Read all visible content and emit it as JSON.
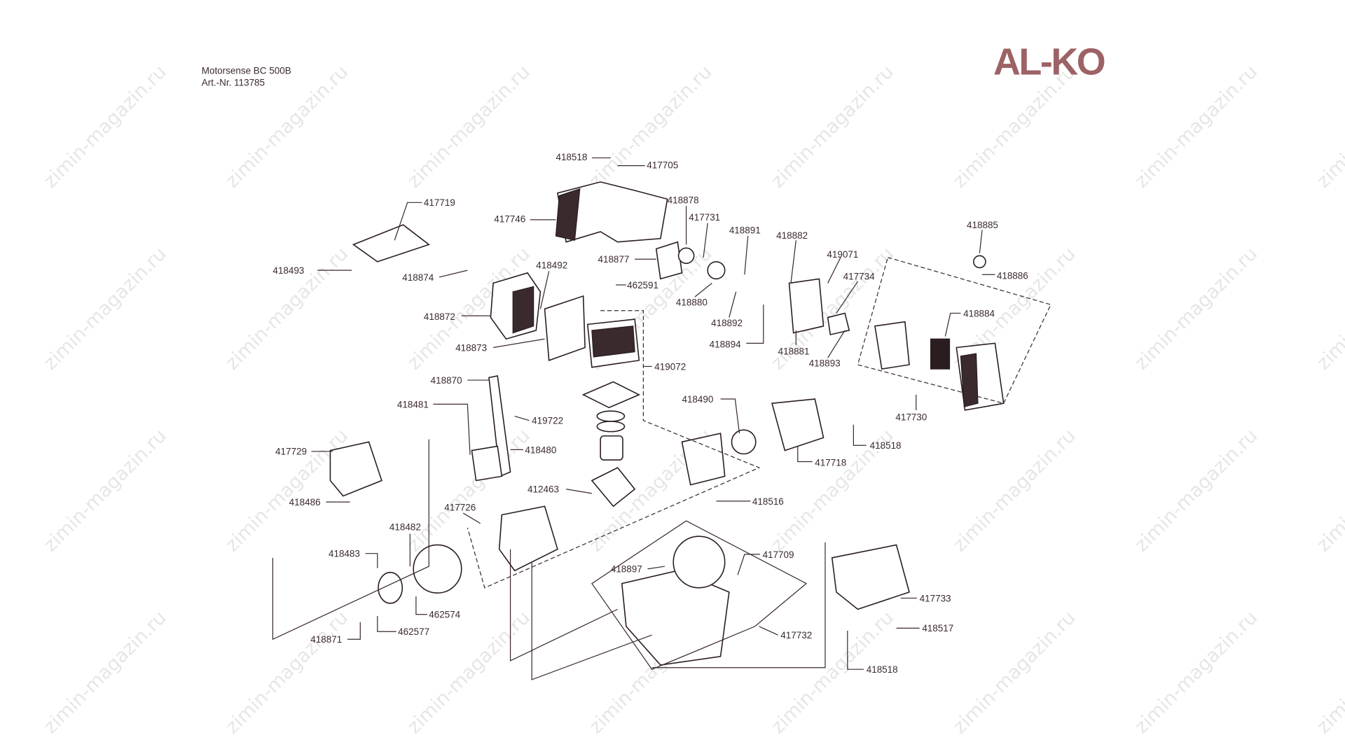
{
  "header": {
    "model": "Motorsense BC 500B",
    "article": "Art.-Nr. 113785"
  },
  "logo": {
    "text": "AL-KO",
    "color": "#9c6265"
  },
  "watermark": "zimin-magazin.ru",
  "labels": [
    "418518",
    "417705",
    "417719",
    "417746",
    "418878",
    "417731",
    "418891",
    "418882",
    "419071",
    "418885",
    "418886",
    "418493",
    "418874",
    "418492",
    "418877",
    "462591",
    "418880",
    "417734",
    "418872",
    "418892",
    "418884",
    "418873",
    "418894",
    "418881",
    "418893",
    "419072",
    "418870",
    "418481",
    "419722",
    "418490",
    "417730",
    "418518",
    "417729",
    "418480",
    "417718",
    "412463",
    "418516",
    "418486",
    "417726",
    "418482",
    "418483",
    "417709",
    "418897",
    "417733",
    "462574",
    "418517",
    "462577",
    "417732",
    "418871",
    "418518"
  ]
}
